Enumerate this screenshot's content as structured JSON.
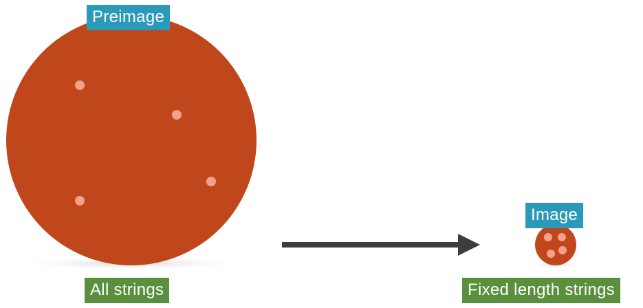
{
  "labels": {
    "preimage": "Preimage",
    "image": "Image",
    "all_strings": "All strings",
    "fixed_length_strings": "Fixed length strings"
  },
  "colors": {
    "circle": "#c0471c",
    "dot": "#f4a08a",
    "label_blue": "#2a9ab8",
    "label_green": "#5a8f3e",
    "arrow": "#3d3d3d",
    "shadow": "#d9d9d9"
  }
}
